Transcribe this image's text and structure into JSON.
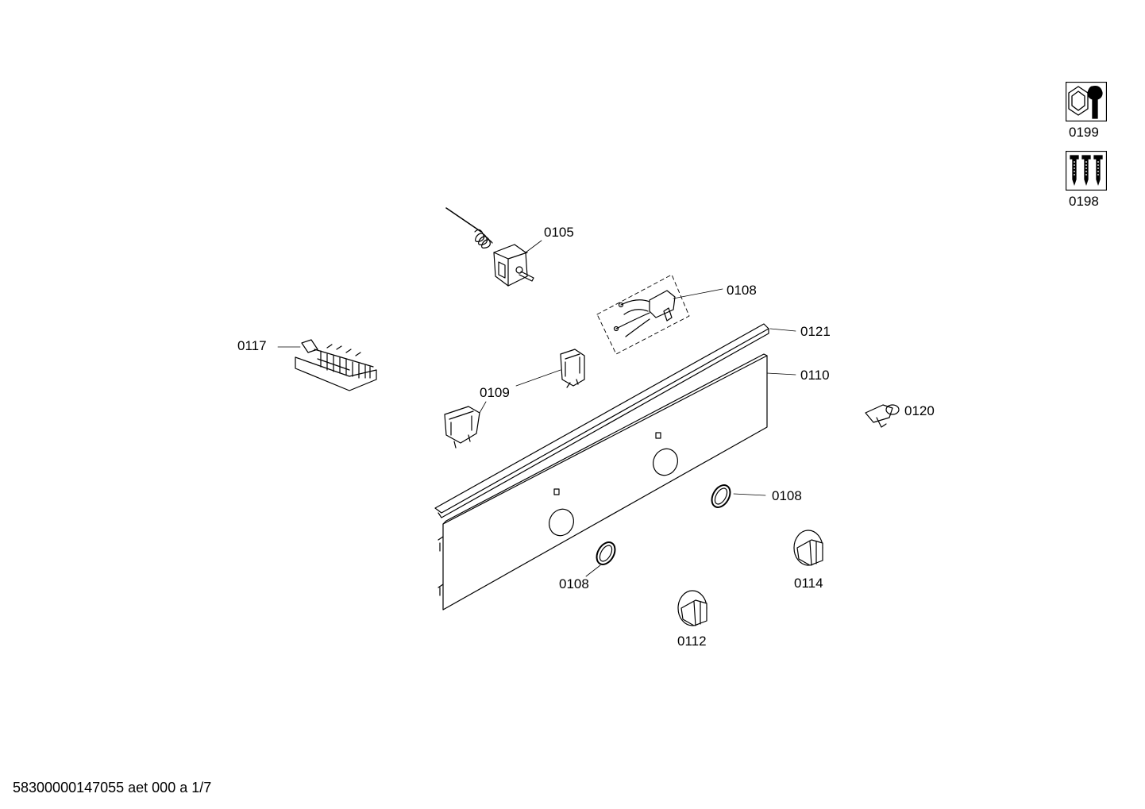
{
  "callouts": {
    "p0105": "0105",
    "p0108_wires": "0108",
    "p0121": "0121",
    "p0117": "0117",
    "p0110": "0110",
    "p0109": "0109",
    "p0120": "0120",
    "p0108_ring_right": "0108",
    "p0108_ring_left": "0108",
    "p0114": "0114",
    "p0112": "0112"
  },
  "icons": {
    "tool_kit": {
      "name": "wrench-nut-icon",
      "label": "0199"
    },
    "screw_kit": {
      "name": "screws-icon",
      "label": "0198"
    }
  },
  "footer": {
    "doc_id": "58300000147055 aet 000 a 1/7"
  }
}
